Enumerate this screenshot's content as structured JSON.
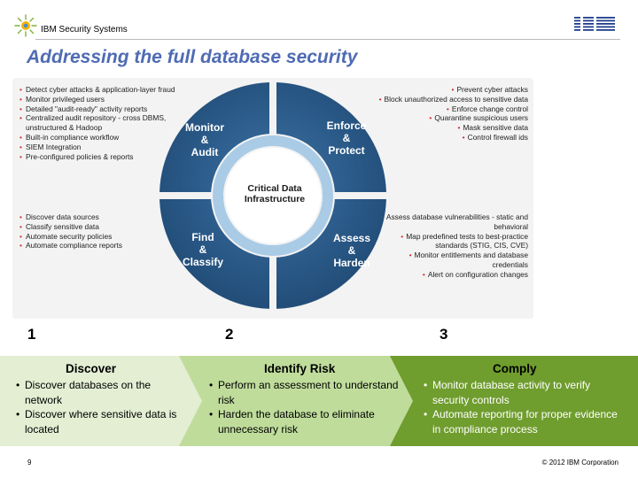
{
  "header": {
    "brand": "IBM Security Systems",
    "logo_icon": "ibm-security-burst-icon",
    "ibm_logo": "ibm-striped-logo"
  },
  "title": "Addressing the full database security",
  "diagram": {
    "quadrants": {
      "monitor_audit": [
        "Monitor",
        "&",
        "Audit"
      ],
      "enforce_protect": [
        "Enforce",
        "&",
        "Protect"
      ],
      "find_classify": [
        "Find",
        "&",
        "Classify"
      ],
      "assess_harden": [
        "Assess",
        "&",
        "Harden"
      ]
    },
    "center": [
      "Critical Data",
      "Infrastructure"
    ],
    "top_left": [
      "Detect cyber attacks & application-layer fraud",
      "Monitor privileged users",
      "Detailed \"audit-ready\" activity reports",
      "Centralized audit repository - cross DBMS, unstructured & Hadoop",
      "Built-in compliance workflow",
      "SIEM Integration",
      "Pre-configured policies & reports"
    ],
    "top_right": [
      "Prevent cyber attacks",
      "Block unauthorized access to sensitive data",
      "Enforce change control",
      "Quarantine suspicious users",
      "Mask sensitive data",
      "Control firewall ids"
    ],
    "bottom_left": [
      "Discover data sources",
      "Classify sensitive data",
      "Automate security policies",
      "Automate compliance reports"
    ],
    "bottom_right": [
      "Assess database vulnerabilities - static and behavioral",
      "Map predefined tests to best-practice standards (STIG, CIS, CVE)",
      "Monitor entitlements and database credentials",
      "Alert on configuration changes"
    ]
  },
  "steps": [
    {
      "num": "1",
      "title": "Discover",
      "bullets": [
        "Discover databases on the network",
        "Discover where sensitive data is located"
      ],
      "color": "#e3eed3"
    },
    {
      "num": "2",
      "title": "Identify Risk",
      "bullets": [
        "Perform an assessment to understand risk",
        "Harden the database to eliminate unnecessary risk"
      ],
      "color": "#bfdc9b"
    },
    {
      "num": "3",
      "title": "Comply",
      "bullets": [
        "Monitor database activity to verify security controls",
        "Automate reporting for proper evidence in compliance process"
      ],
      "color": "#6f9d2e"
    }
  ],
  "footer": {
    "page": "9",
    "copyright": "© 2012 IBM Corporation"
  },
  "colors": {
    "title": "#4f6bb3",
    "circle": "#2d5c8a",
    "ring": "#a9cbe6"
  }
}
